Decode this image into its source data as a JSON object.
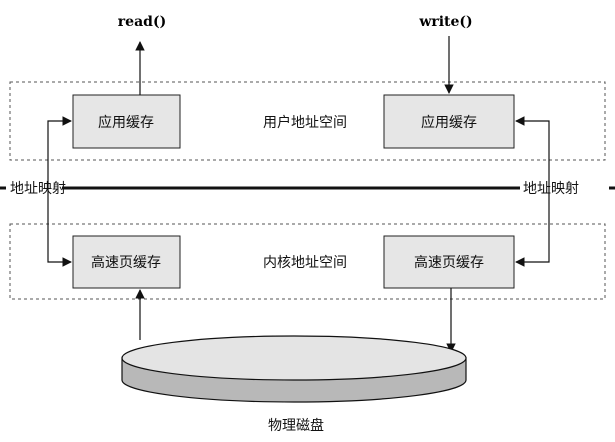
{
  "labels": {
    "read_fn": "read()",
    "write_fn": "write()",
    "user_space": "用户地址空间",
    "kernel_space": "内核地址空间",
    "app_cache_left": "应用缓存",
    "app_cache_right": "应用缓存",
    "page_cache_left": "高速页缓存",
    "page_cache_right": "高速页缓存",
    "addr_map_left": "地址映射",
    "addr_map_right": "地址映射",
    "disk": "物理磁盘"
  },
  "colors": {
    "box_fill": "#e6e6e6",
    "disk_top": "#e4e4e4",
    "disk_side": "#b8b8b8",
    "line": "#111111"
  }
}
